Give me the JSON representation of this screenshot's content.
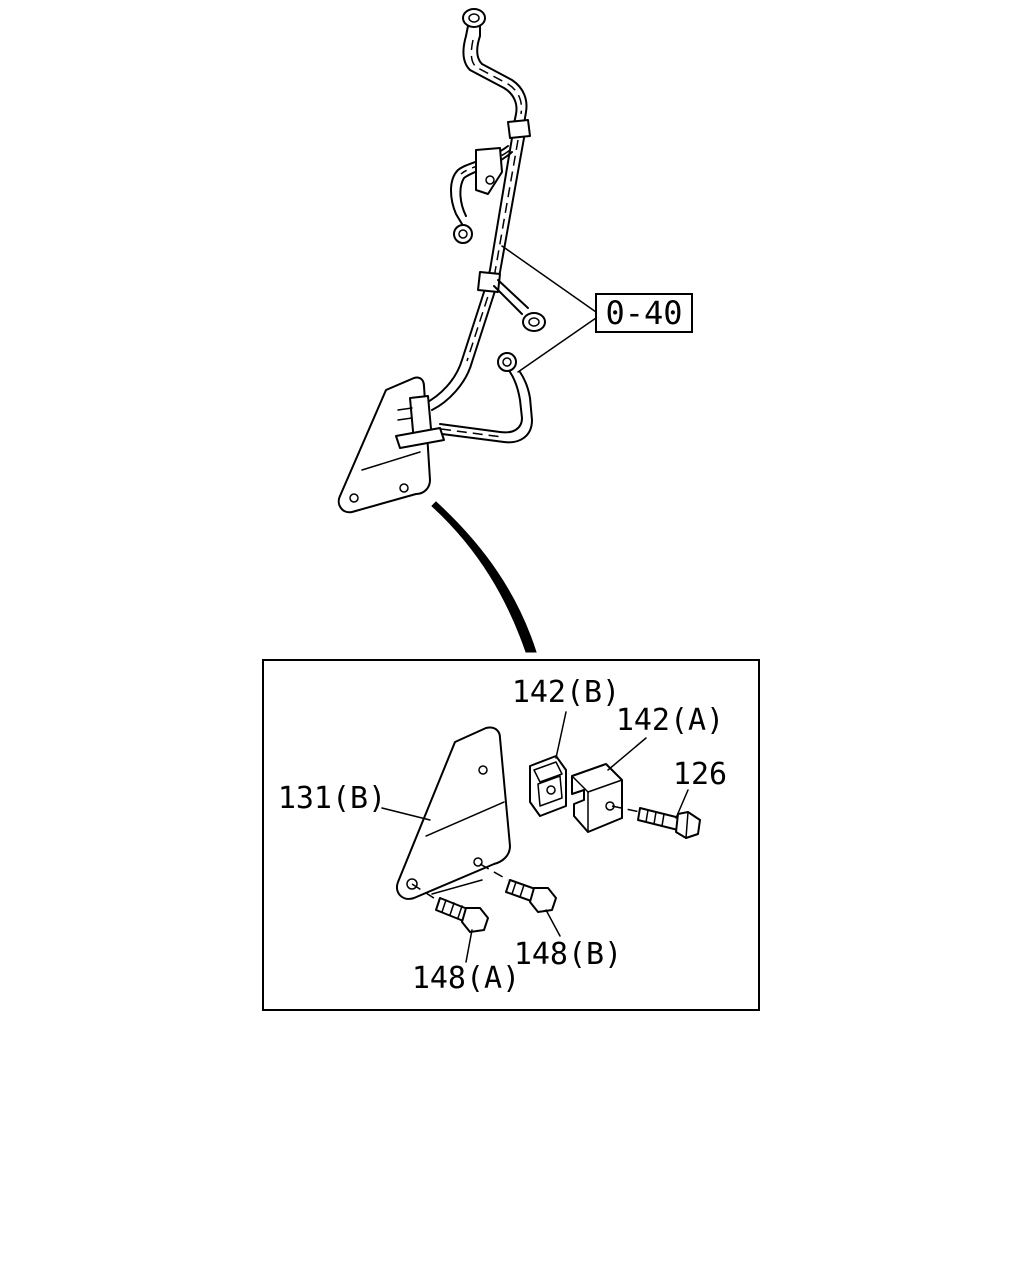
{
  "reference": {
    "label": "0-40"
  },
  "callouts": {
    "part_142b": "142(B)",
    "part_142a": "142(A)",
    "part_126": "126",
    "part_131b": "131(B)",
    "part_148a": "148(A)",
    "part_148b": "148(B)"
  }
}
